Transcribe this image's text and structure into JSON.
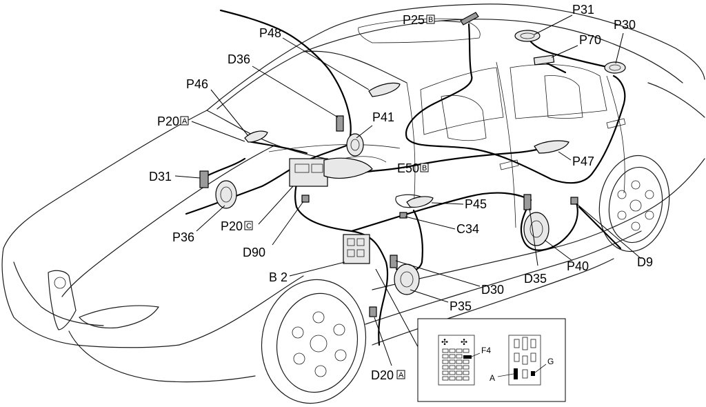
{
  "labels": {
    "p25": {
      "code": "P25",
      "suffix": "B"
    },
    "p31": {
      "code": "P31"
    },
    "p30": {
      "code": "P30"
    },
    "p70": {
      "code": "P70"
    },
    "p48": {
      "code": "P48"
    },
    "d36": {
      "code": "D36"
    },
    "p46": {
      "code": "P46"
    },
    "p20a": {
      "code": "P20",
      "suffix": "A"
    },
    "p41": {
      "code": "P41"
    },
    "d31": {
      "code": "D31"
    },
    "e50b": {
      "code": "E50",
      "suffix": "B"
    },
    "p47": {
      "code": "P47"
    },
    "p36": {
      "code": "P36"
    },
    "p20c": {
      "code": "P20",
      "suffix": "C"
    },
    "d90": {
      "code": "D90"
    },
    "p45": {
      "code": "P45"
    },
    "c34": {
      "code": "C34"
    },
    "b2": {
      "code": "B 2"
    },
    "d30": {
      "code": "D30"
    },
    "p35": {
      "code": "P35"
    },
    "d35": {
      "code": "D35"
    },
    "p40": {
      "code": "P40"
    },
    "d9": {
      "code": "D9"
    },
    "d20a": {
      "code": "D20",
      "suffix": "A"
    }
  },
  "inset": {
    "f4": "F4",
    "a": "A",
    "g": "G"
  }
}
